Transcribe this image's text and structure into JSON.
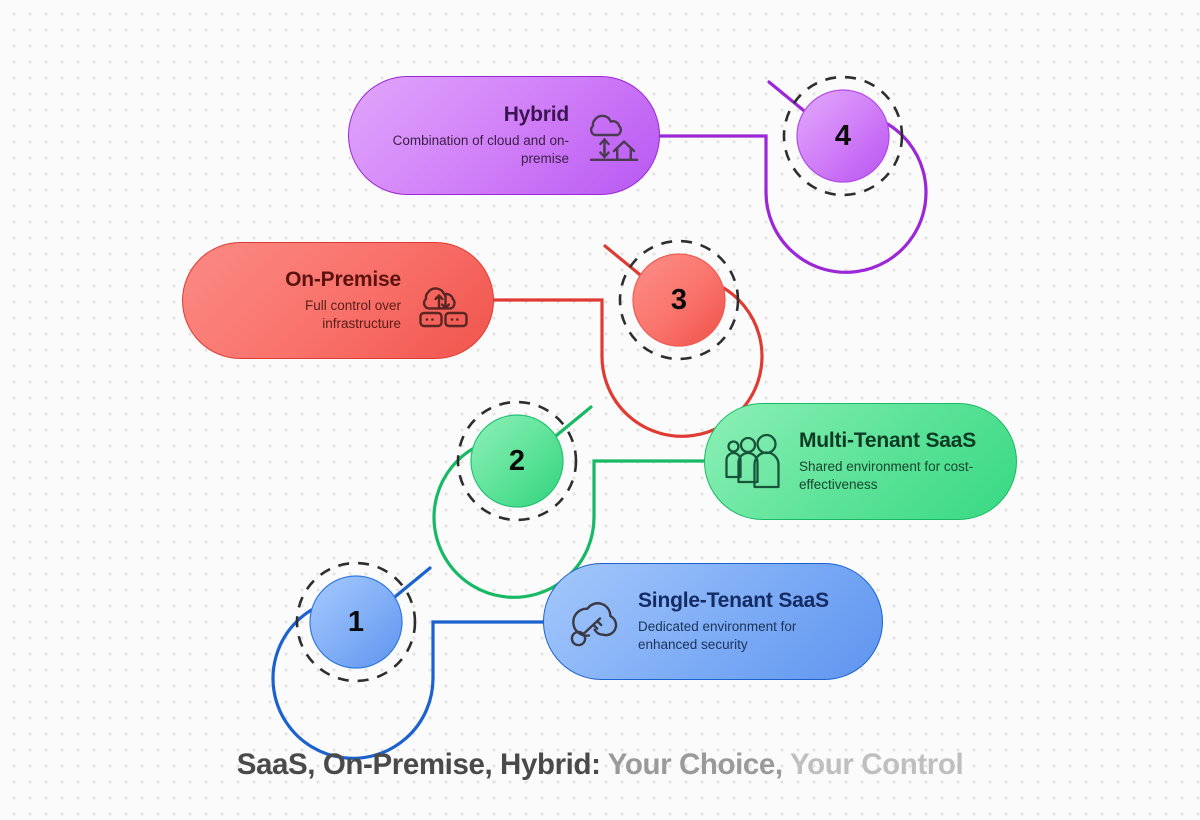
{
  "diagram": {
    "caption_segments": [
      {
        "text": "SaaS, On-Premise, Hybrid: ",
        "shade": "dark"
      },
      {
        "text": "Your Choice, ",
        "shade": "mid"
      },
      {
        "text": "Your Control",
        "shade": "light"
      }
    ],
    "caption_full": "SaaS, On-Premise, Hybrid: Your Choice, Your Control",
    "background": {
      "style": "dotted-grid",
      "dot_color": "#e4e4e4",
      "page_color": "#fbfbfb"
    },
    "steps": [
      {
        "number": "1",
        "title": "Single-Tenant SaaS",
        "subtitle": "Dedicated environment for enhanced security",
        "icon": "cloud-key-icon",
        "accent": "#1b62cf",
        "fill_from": "#a5c8fb",
        "fill_to": "#5f95ef",
        "side": "right"
      },
      {
        "number": "2",
        "title": "Multi-Tenant SaaS",
        "subtitle": "Shared environment for cost-effectiveness",
        "icon": "users-group-icon",
        "accent": "#18b964",
        "fill_from": "#8df0b6",
        "fill_to": "#37d983",
        "side": "right"
      },
      {
        "number": "3",
        "title": "On-Premise",
        "subtitle": "Full control over infrastructure",
        "icon": "cloud-servers-icon",
        "accent": "#e03b32",
        "fill_from": "#fb8a84",
        "fill_to": "#f0544c",
        "side": "left"
      },
      {
        "number": "4",
        "title": "Hybrid",
        "subtitle": "Combination of cloud and on-premise",
        "icon": "cloud-to-house-icon",
        "accent": "#9b27d8",
        "fill_from": "#e0a6fb",
        "fill_to": "#b758f2",
        "side": "left"
      }
    ]
  }
}
